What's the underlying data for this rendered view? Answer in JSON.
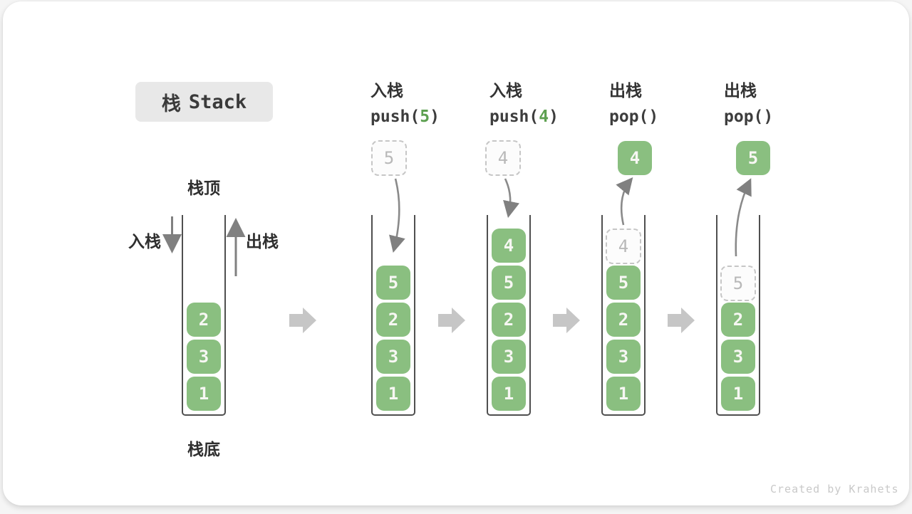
{
  "title": {
    "zh": "栈",
    "en": "Stack"
  },
  "labels": {
    "stack_top": "栈顶",
    "stack_bottom": "栈底",
    "push_side": "入栈",
    "pop_side": "出栈"
  },
  "operations": [
    {
      "name": "入栈",
      "code_pre": "push(",
      "code_num": "5",
      "code_post": ")"
    },
    {
      "name": "入栈",
      "code_pre": "push(",
      "code_num": "4",
      "code_post": ")"
    },
    {
      "name": "出栈",
      "code_pre": "pop(",
      "code_num": "",
      "code_post": ")"
    },
    {
      "name": "出栈",
      "code_pre": "pop(",
      "code_num": "",
      "code_post": ")"
    }
  ],
  "floating": {
    "incoming_push5": "5",
    "incoming_push4": "4",
    "popped_4": "4",
    "popped_5": "5",
    "ghost_slot_4": "4",
    "ghost_slot_5": "5"
  },
  "stacks": {
    "s1": {
      "blocks": [
        "2",
        "3",
        "1"
      ]
    },
    "s2": {
      "blocks": [
        "5",
        "2",
        "3",
        "1"
      ]
    },
    "s3": {
      "blocks": [
        "4",
        "5",
        "2",
        "3",
        "1"
      ]
    },
    "s4": {
      "blocks": [
        "5",
        "2",
        "3",
        "1"
      ]
    },
    "s5": {
      "blocks": [
        "2",
        "3",
        "1"
      ]
    }
  },
  "colors": {
    "block_green": "#8abf80",
    "code_green": "#5da050",
    "wall_gray": "#4f4f4f",
    "arrow_gray": "#8a8a8a",
    "step_arrow_gray": "#c6c6c6",
    "chip_bg": "#e8e8e8"
  },
  "watermark": "Created by Krahets"
}
